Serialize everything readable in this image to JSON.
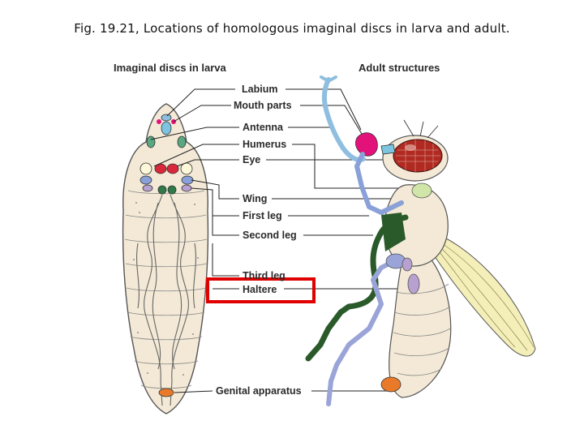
{
  "caption": "Fig. 19.21, Locations of homologous imaginal discs in larva and adult.",
  "headings": {
    "larva": "Imaginal discs in larva",
    "adult": "Adult structures"
  },
  "labels": {
    "labium": "Labium",
    "mouth_parts": "Mouth parts",
    "antenna": "Antenna",
    "humerus": "Humerus",
    "eye": "Eye",
    "wing": "Wing",
    "first_leg": "First leg",
    "second_leg": "Second leg",
    "third_leg": "Third leg",
    "haltere": "Haltere",
    "genital_apparatus": "Genital apparatus"
  },
  "colors": {
    "highlight_box": "#e00000",
    "larva_body": "#f0e4cf",
    "fly_body": "#f0e4cf",
    "wing_fill": "#f4eeb8",
    "labium": "#8fbfe0",
    "mouth_parts": "#e2127a",
    "antenna": "#7cc4e0",
    "eye": "#b02a22",
    "humerus": "#cfe6a8",
    "wing_disc": "#5aa882",
    "first_leg": "#8aa0d8",
    "second_leg": "#2a5a2a",
    "third_leg": "#9aa4d8",
    "haltere": "#b8a0d0",
    "genital": "#e87a2a"
  }
}
